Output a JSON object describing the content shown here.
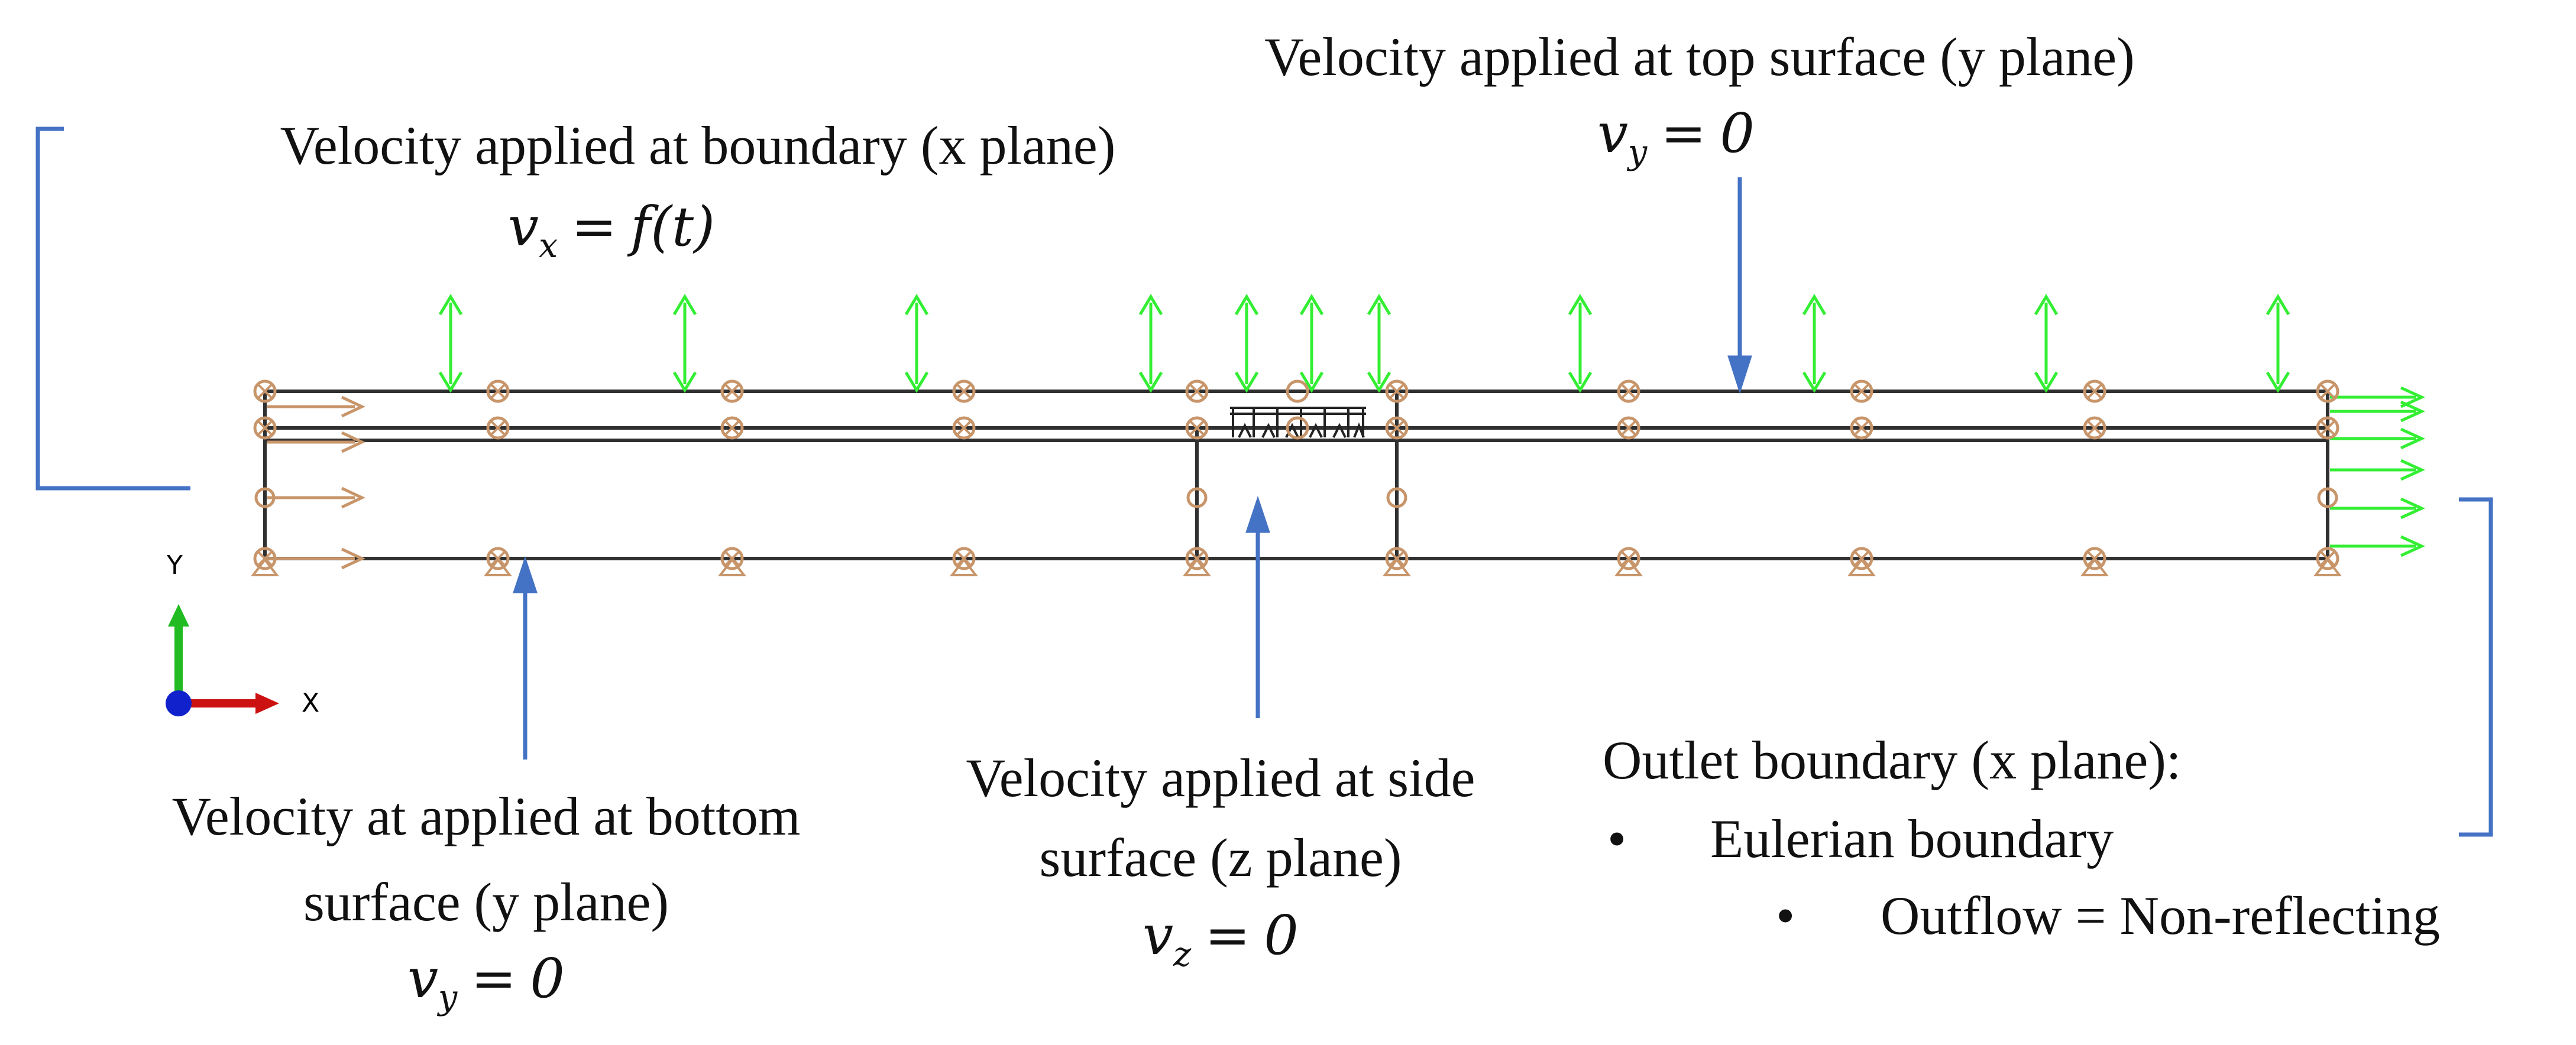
{
  "annotations": {
    "boundary_x": {
      "title": "Velocity applied at boundary (x plane)",
      "eq_var": "v",
      "eq_sub": "x",
      "eq_op": "=",
      "eq_rhs": "f(t)"
    },
    "top_surface": {
      "title": "Velocity applied at top surface (y plane)",
      "eq_var": "v",
      "eq_sub": "y",
      "eq_op": "=",
      "eq_rhs": "0"
    },
    "bottom_surface": {
      "line1": "Velocity at applied at bottom",
      "line2": "surface (y plane)",
      "eq_var": "v",
      "eq_sub": "y",
      "eq_op": "=",
      "eq_rhs": "0"
    },
    "side_surface": {
      "line1": "Velocity applied at side",
      "line2": "surface (z plane)",
      "eq_var": "v",
      "eq_sub": "z",
      "eq_op": "=",
      "eq_rhs": "0"
    },
    "outlet": {
      "title": "Outlet boundary (x plane):",
      "bullet1": "Eulerian boundary",
      "bullet2": "Outflow = Non-reflecting",
      "bullet_char": "•"
    }
  },
  "triad": {
    "y_label": "Y",
    "x_label": "X"
  },
  "colors": {
    "bracket": "#4472c4",
    "arrow_blue": "#4472c4",
    "bc_green": "#33ee33",
    "bc_tan": "#c8956a",
    "mesh": "#303030",
    "axis_y": "#22bb22",
    "axis_x": "#cc1111",
    "axis_z": "#1122cc"
  },
  "icons": {
    "boundary_condition": "velocity-bc-symbol",
    "pinned_support": "pinned-support-symbol",
    "inlet_arrow": "inlet-velocity-arrow",
    "outlet_arrow": "outlet-velocity-arrow"
  }
}
